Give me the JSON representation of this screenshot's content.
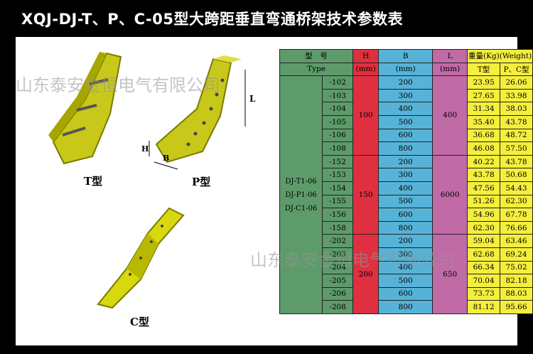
{
  "title": "XQJ-DJ-T、P、C-05型大跨距垂直弯通桥架技术参数表",
  "watermark": "山东泰安金恒电气有限公司",
  "captions": {
    "t": "T型",
    "p": "P型",
    "c": "C型"
  },
  "table": {
    "header": {
      "model_cn": "型　号",
      "type_en": "Type",
      "h": "H",
      "b": "B",
      "l": "L",
      "unit": "(mm)",
      "weight": "重量(Kg)(Weight)",
      "t_type": "T型",
      "pc_type": "P、C型"
    },
    "type_group": "DJ-T1-06\nDJ-P1-06\nDJ-C1-06",
    "l_value": "6000",
    "groups": [
      {
        "h": "100",
        "l": "400",
        "rows": [
          {
            "suffix": "-102",
            "b": "200",
            "t": "23.95",
            "pc": "26.06"
          },
          {
            "suffix": "-103",
            "b": "300",
            "t": "27.65",
            "pc": "33.98"
          },
          {
            "suffix": "-104",
            "b": "400",
            "t": "31.34",
            "pc": "38.03"
          },
          {
            "suffix": "-105",
            "b": "500",
            "t": "35.40",
            "pc": "43.78"
          },
          {
            "suffix": "-106",
            "b": "600",
            "t": "36.68",
            "pc": "48.72"
          },
          {
            "suffix": "-108",
            "b": "800",
            "t": "46.08",
            "pc": "57.50"
          }
        ]
      },
      {
        "h": "150",
        "l": "6000",
        "rows": [
          {
            "suffix": "-152",
            "b": "200",
            "t": "40.22",
            "pc": "43.78"
          },
          {
            "suffix": "-153",
            "b": "300",
            "t": "43.78",
            "pc": "50.68"
          },
          {
            "suffix": "-154",
            "b": "400",
            "t": "47.56",
            "pc": "54.43"
          },
          {
            "suffix": "-155",
            "b": "500",
            "t": "51.26",
            "pc": "62.30"
          },
          {
            "suffix": "-156",
            "b": "600",
            "t": "54.96",
            "pc": "67.78"
          },
          {
            "suffix": "-158",
            "b": "800",
            "t": "62.30",
            "pc": "76.66"
          }
        ]
      },
      {
        "h": "200",
        "l": "650",
        "rows": [
          {
            "suffix": "-202",
            "b": "200",
            "t": "59.04",
            "pc": "63.46"
          },
          {
            "suffix": "-203",
            "b": "300",
            "t": "62.68",
            "pc": "69.24"
          },
          {
            "suffix": "-204",
            "b": "400",
            "t": "66.34",
            "pc": "75.02"
          },
          {
            "suffix": "-205",
            "b": "500",
            "t": "70.04",
            "pc": "82.18"
          },
          {
            "suffix": "-206",
            "b": "600",
            "t": "73.73",
            "pc": "88.03"
          },
          {
            "suffix": "-208",
            "b": "800",
            "t": "81.12",
            "pc": "95.66"
          }
        ]
      }
    ]
  }
}
